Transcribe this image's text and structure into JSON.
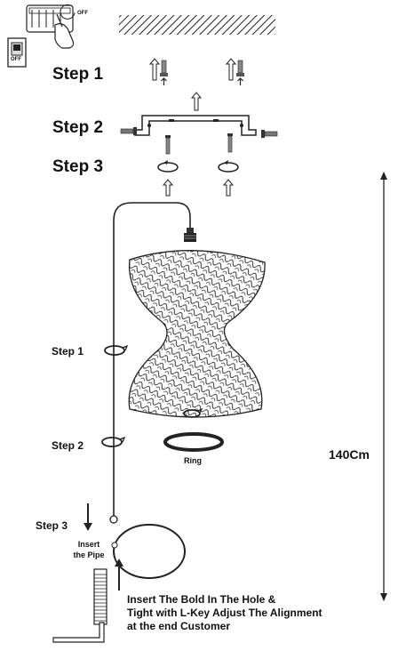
{
  "ceiling_section": {
    "step1": "Step 1",
    "step2": "Step 2",
    "step3": "Step 3"
  },
  "switch": {
    "off_top": "OFF",
    "off_panel": "OFF"
  },
  "pendant_section": {
    "step1": "Step 1",
    "step2": "Step 2",
    "step3": "Step 3",
    "ring_label": "Ring",
    "height_label": "140Cm",
    "insert_pipe_line1": "Insert",
    "insert_pipe_line2": "the Pipe",
    "instruction_lines": [
      "Insert The Bold In The Hole &",
      "Tight with L-Key Adjust The Alignment",
      "at the end Customer"
    ]
  }
}
